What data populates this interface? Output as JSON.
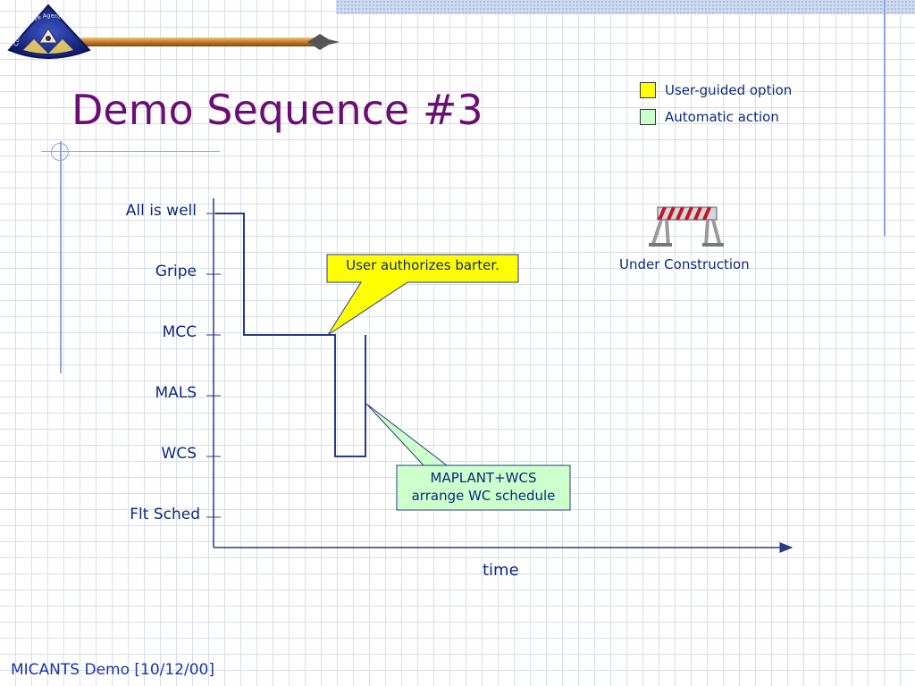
{
  "title": "Demo Sequence #3",
  "legend": [
    {
      "label": "User-guided option",
      "color": "#ffff00"
    },
    {
      "label": "Automatic action",
      "color": "#ccffcc"
    }
  ],
  "lanes": [
    "All is well",
    "Gripe",
    "MCC",
    "MALS",
    "WCS",
    "Flt Sched"
  ],
  "x_axis_label": "time",
  "callouts": {
    "user": {
      "text": "User authorizes barter.",
      "color": "#ffff00"
    },
    "auto": {
      "line1": "MAPLANT+WCS",
      "line2": "arrange WC schedule",
      "color": "#ccffcc"
    }
  },
  "construction": {
    "label": "Under Construction"
  },
  "logo": {
    "text": "Collaborative Agent-Based Computing Environment"
  },
  "footer": "MICANTS Demo [10/12/00]",
  "colors": {
    "title": "#6b0e73",
    "text": "#0a2a7a",
    "line": "#2a3a8a"
  }
}
